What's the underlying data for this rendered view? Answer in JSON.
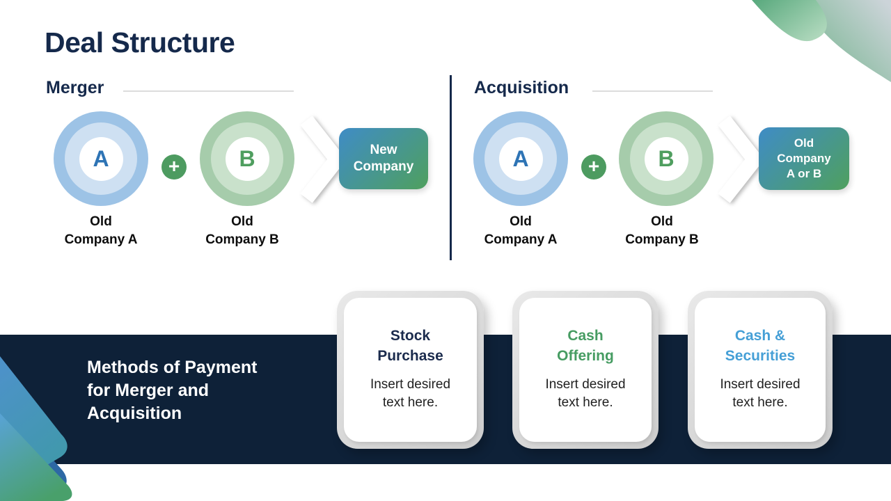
{
  "title": "Deal Structure",
  "merger": {
    "heading": "Merger",
    "circle_a_letter": "A",
    "plus_sign": "+",
    "circle_b_letter": "B",
    "result_label": "New\nCompany",
    "old_a_label": "Old\nCompany A",
    "old_b_label": "Old\nCompany B"
  },
  "acquisition": {
    "heading": "Acquisition",
    "circle_a_letter": "A",
    "plus_sign": "+",
    "circle_b_letter": "B",
    "result_label": "Old\nCompany\nA or B",
    "old_a_label": "Old\nCompany A",
    "old_b_label": "Old\nCompany B"
  },
  "payment_band": {
    "heading": "Methods of Payment\nfor Merger and\nAcquisition",
    "cards": [
      {
        "title": "Stock\nPurchase",
        "body": "Insert desired\ntext here.",
        "title_color": "#1b2b4d"
      },
      {
        "title": "Cash\nOffering",
        "body": "Insert desired\ntext here.",
        "title_color": "#469c62"
      },
      {
        "title": "Cash &\nSecurities",
        "body": "Insert desired\ntext here.",
        "title_color": "#459fd6"
      }
    ]
  },
  "colors": {
    "heading_navy": "#15294b",
    "band_navy": "#0e2138",
    "circle_blue_outer": "#9dc3e6",
    "circle_blue_mid": "#cee0f2",
    "letter_a_blue": "#2e74b5",
    "circle_green_outer": "#a6ccab",
    "circle_green_mid": "#c9e1cb",
    "letter_b_green": "#4f9e5f",
    "plus_green": "#4d9b60",
    "result_box_gradient_start": "#3f8cc6",
    "result_box_gradient_end": "#4fa05e",
    "card_frame_gray": "#d6d6d6",
    "rule_gray": "#dcdcdc"
  }
}
